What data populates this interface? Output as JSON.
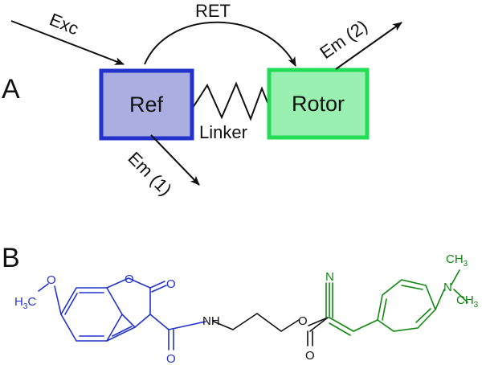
{
  "panel_a": {
    "letter": "A",
    "ref_label": "Ref",
    "rotor_label": "Rotor",
    "linker_label": "Linker",
    "exc_label": "Exc",
    "ret_label": "RET",
    "em1_label": "Em (1)",
    "em2_label": "Em (2)",
    "colors": {
      "ref_fill": "#aaaee0",
      "ref_stroke": "#2233cc",
      "rotor_fill": "#99f0b0",
      "rotor_stroke": "#22dd55"
    }
  },
  "panel_b": {
    "letter": "B",
    "colors": {
      "coumarin": "#2233cc",
      "linker": "#111111",
      "rotor": "#118811"
    },
    "atoms": {
      "o_ring": "O",
      "o_carbonyl_ring": "O",
      "o_methoxy": "O",
      "h3c_h": "H",
      "h3c_3": "3",
      "h3c_c": "C",
      "nh_n": "N",
      "nh_h": "H",
      "o_amide": "O",
      "o_ester": "O",
      "o_ester_carbonyl": "O",
      "n_nitrile": "N",
      "n_amine": "N",
      "ch3_top_c": "CH",
      "ch3_top_3": "3",
      "ch3_bot_c": "CH",
      "ch3_bot_3": "3"
    }
  }
}
